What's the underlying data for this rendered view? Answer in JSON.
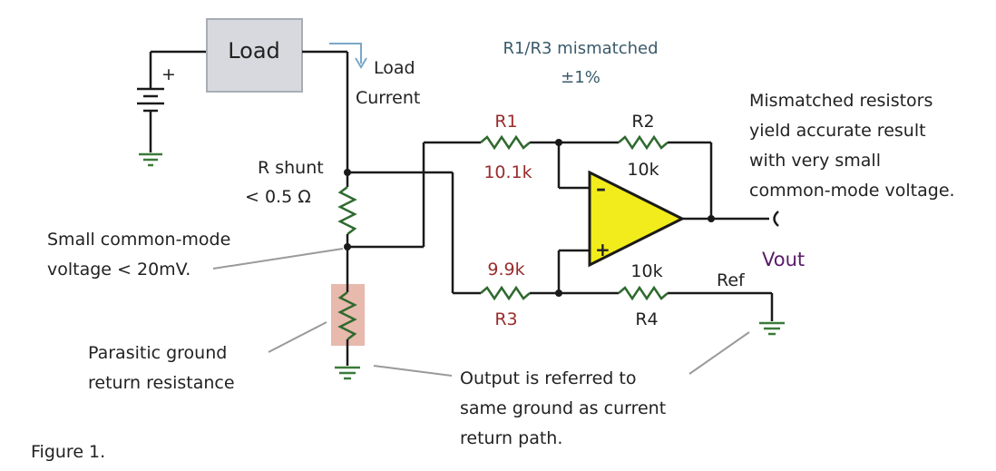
{
  "colors": {
    "wire": "#1a1a1a",
    "resistor": "#2f6a2f",
    "ground": "#3a7a3a",
    "opamp_fill": "#f2ec1c",
    "load_box": "#d7d9de",
    "parasitic_box": "#e8b9ad",
    "red_text": "#9a2c2c",
    "vout_text": "#5a1a6a"
  },
  "labels": {
    "load": "Load",
    "load_current_1": "Load",
    "load_current_2": "Current",
    "battery_plus": "+",
    "mismatch_1": "R1/R3 mismatched",
    "mismatch_2": "±1%",
    "r1": "R1",
    "r1_value": "10.1k",
    "r2": "R2",
    "r2_value": "10k",
    "r3": "R3",
    "r3_value": "9.9k",
    "r4": "R4",
    "r4_value": "10k",
    "opamp_minus": "–",
    "opamp_plus": "+",
    "vout": "Vout",
    "ref": "Ref",
    "rshunt_1": "R shunt",
    "rshunt_2": "< 0.5 Ω",
    "cm_1": "Small common-mode",
    "cm_2": "voltage < 20mV.",
    "parasitic_1": "Parasitic ground",
    "parasitic_2": "return resistance",
    "output_note_1": "Output is referred to",
    "output_note_2": "same ground as current",
    "output_note_3": "return path.",
    "mismatch_note_1": "Mismatched resistors",
    "mismatch_note_2": "yield accurate result",
    "mismatch_note_3": "with very small",
    "mismatch_note_4": "common-mode voltage.",
    "figure": "Figure 1."
  }
}
